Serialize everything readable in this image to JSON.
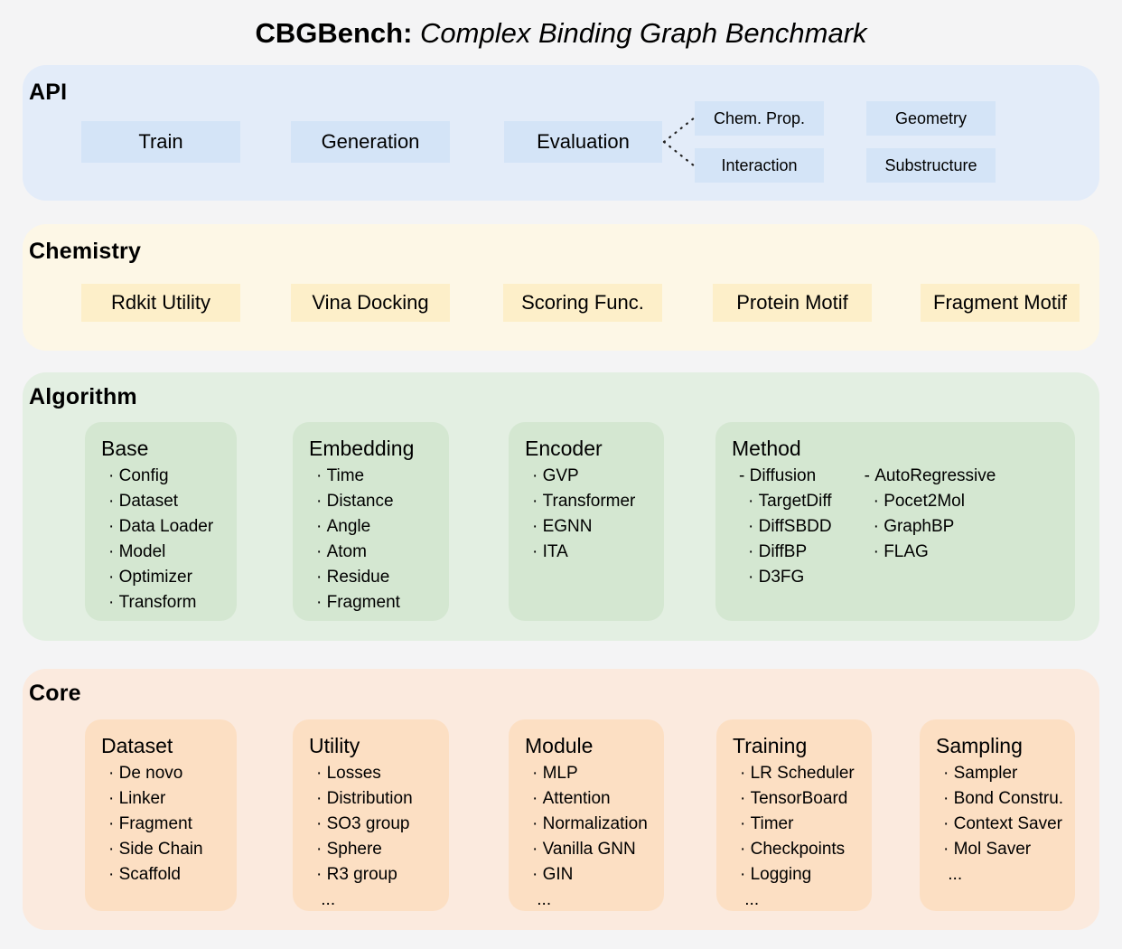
{
  "title": {
    "bold": "CBGBench:",
    "italic": "Complex Binding Graph Benchmark"
  },
  "colors": {
    "page_background": "#f4f4f5",
    "api_section": "#e3ecf9",
    "api_chip": "#d4e4f7",
    "chemistry_section": "#fdf7e6",
    "chemistry_chip": "#fdefc9",
    "algorithm_section": "#e3efe2",
    "algorithm_card": "#d4e7d1",
    "core_section": "#fbeade",
    "core_card": "#fcdfc3",
    "text": "#000000"
  },
  "api": {
    "heading": "API",
    "boxes": [
      {
        "label": "Train"
      },
      {
        "label": "Generation"
      },
      {
        "label": "Evaluation"
      }
    ],
    "eval_children": [
      {
        "label": "Chem. Prop."
      },
      {
        "label": "Interaction"
      },
      {
        "label": "Geometry"
      },
      {
        "label": "Substructure"
      }
    ]
  },
  "chemistry": {
    "heading": "Chemistry",
    "boxes": [
      {
        "label": "Rdkit Utility"
      },
      {
        "label": "Vina Docking"
      },
      {
        "label": "Scoring Func."
      },
      {
        "label": "Protein Motif"
      },
      {
        "label": "Fragment Motif"
      }
    ]
  },
  "algorithm": {
    "heading": "Algorithm",
    "cards": [
      {
        "title": "Base",
        "items": [
          "Config",
          "Dataset",
          "Data Loader",
          "Model",
          "Optimizer",
          "Transform"
        ]
      },
      {
        "title": "Embedding",
        "items": [
          "Time",
          "Distance",
          "Angle",
          "Atom",
          "Residue",
          "Fragment"
        ]
      },
      {
        "title": "Encoder",
        "items": [
          "GVP",
          "Transformer",
          "EGNN",
          "ITA"
        ]
      }
    ],
    "method_card": {
      "title": "Method",
      "groups": [
        {
          "group_label": "Diffusion",
          "items": [
            "TargetDiff",
            "DiffSBDD",
            "DiffBP",
            "D3FG"
          ]
        },
        {
          "group_label": "AutoRegressive",
          "items": [
            "Pocet2Mol",
            "GraphBP",
            "FLAG"
          ]
        }
      ]
    }
  },
  "core": {
    "heading": "Core",
    "cards": [
      {
        "title": "Dataset",
        "items": [
          "De novo",
          "Linker",
          "Fragment",
          "Side Chain",
          "Scaffold"
        ],
        "ellipsis": ""
      },
      {
        "title": "Utility",
        "items": [
          "Losses",
          "Distribution",
          "SO3 group",
          "Sphere",
          "R3 group"
        ],
        "ellipsis": "..."
      },
      {
        "title": "Module",
        "items": [
          "MLP",
          "Attention",
          "Normalization",
          "Vanilla GNN",
          "GIN"
        ],
        "ellipsis": "..."
      },
      {
        "title": "Training",
        "items": [
          "LR Scheduler",
          "TensorBoard",
          "Timer",
          "Checkpoints",
          "Logging"
        ],
        "ellipsis": "..."
      },
      {
        "title": "Sampling",
        "items": [
          "Sampler",
          "Bond Constru.",
          "Context Saver",
          "Mol Saver"
        ],
        "ellipsis": "..."
      }
    ]
  }
}
